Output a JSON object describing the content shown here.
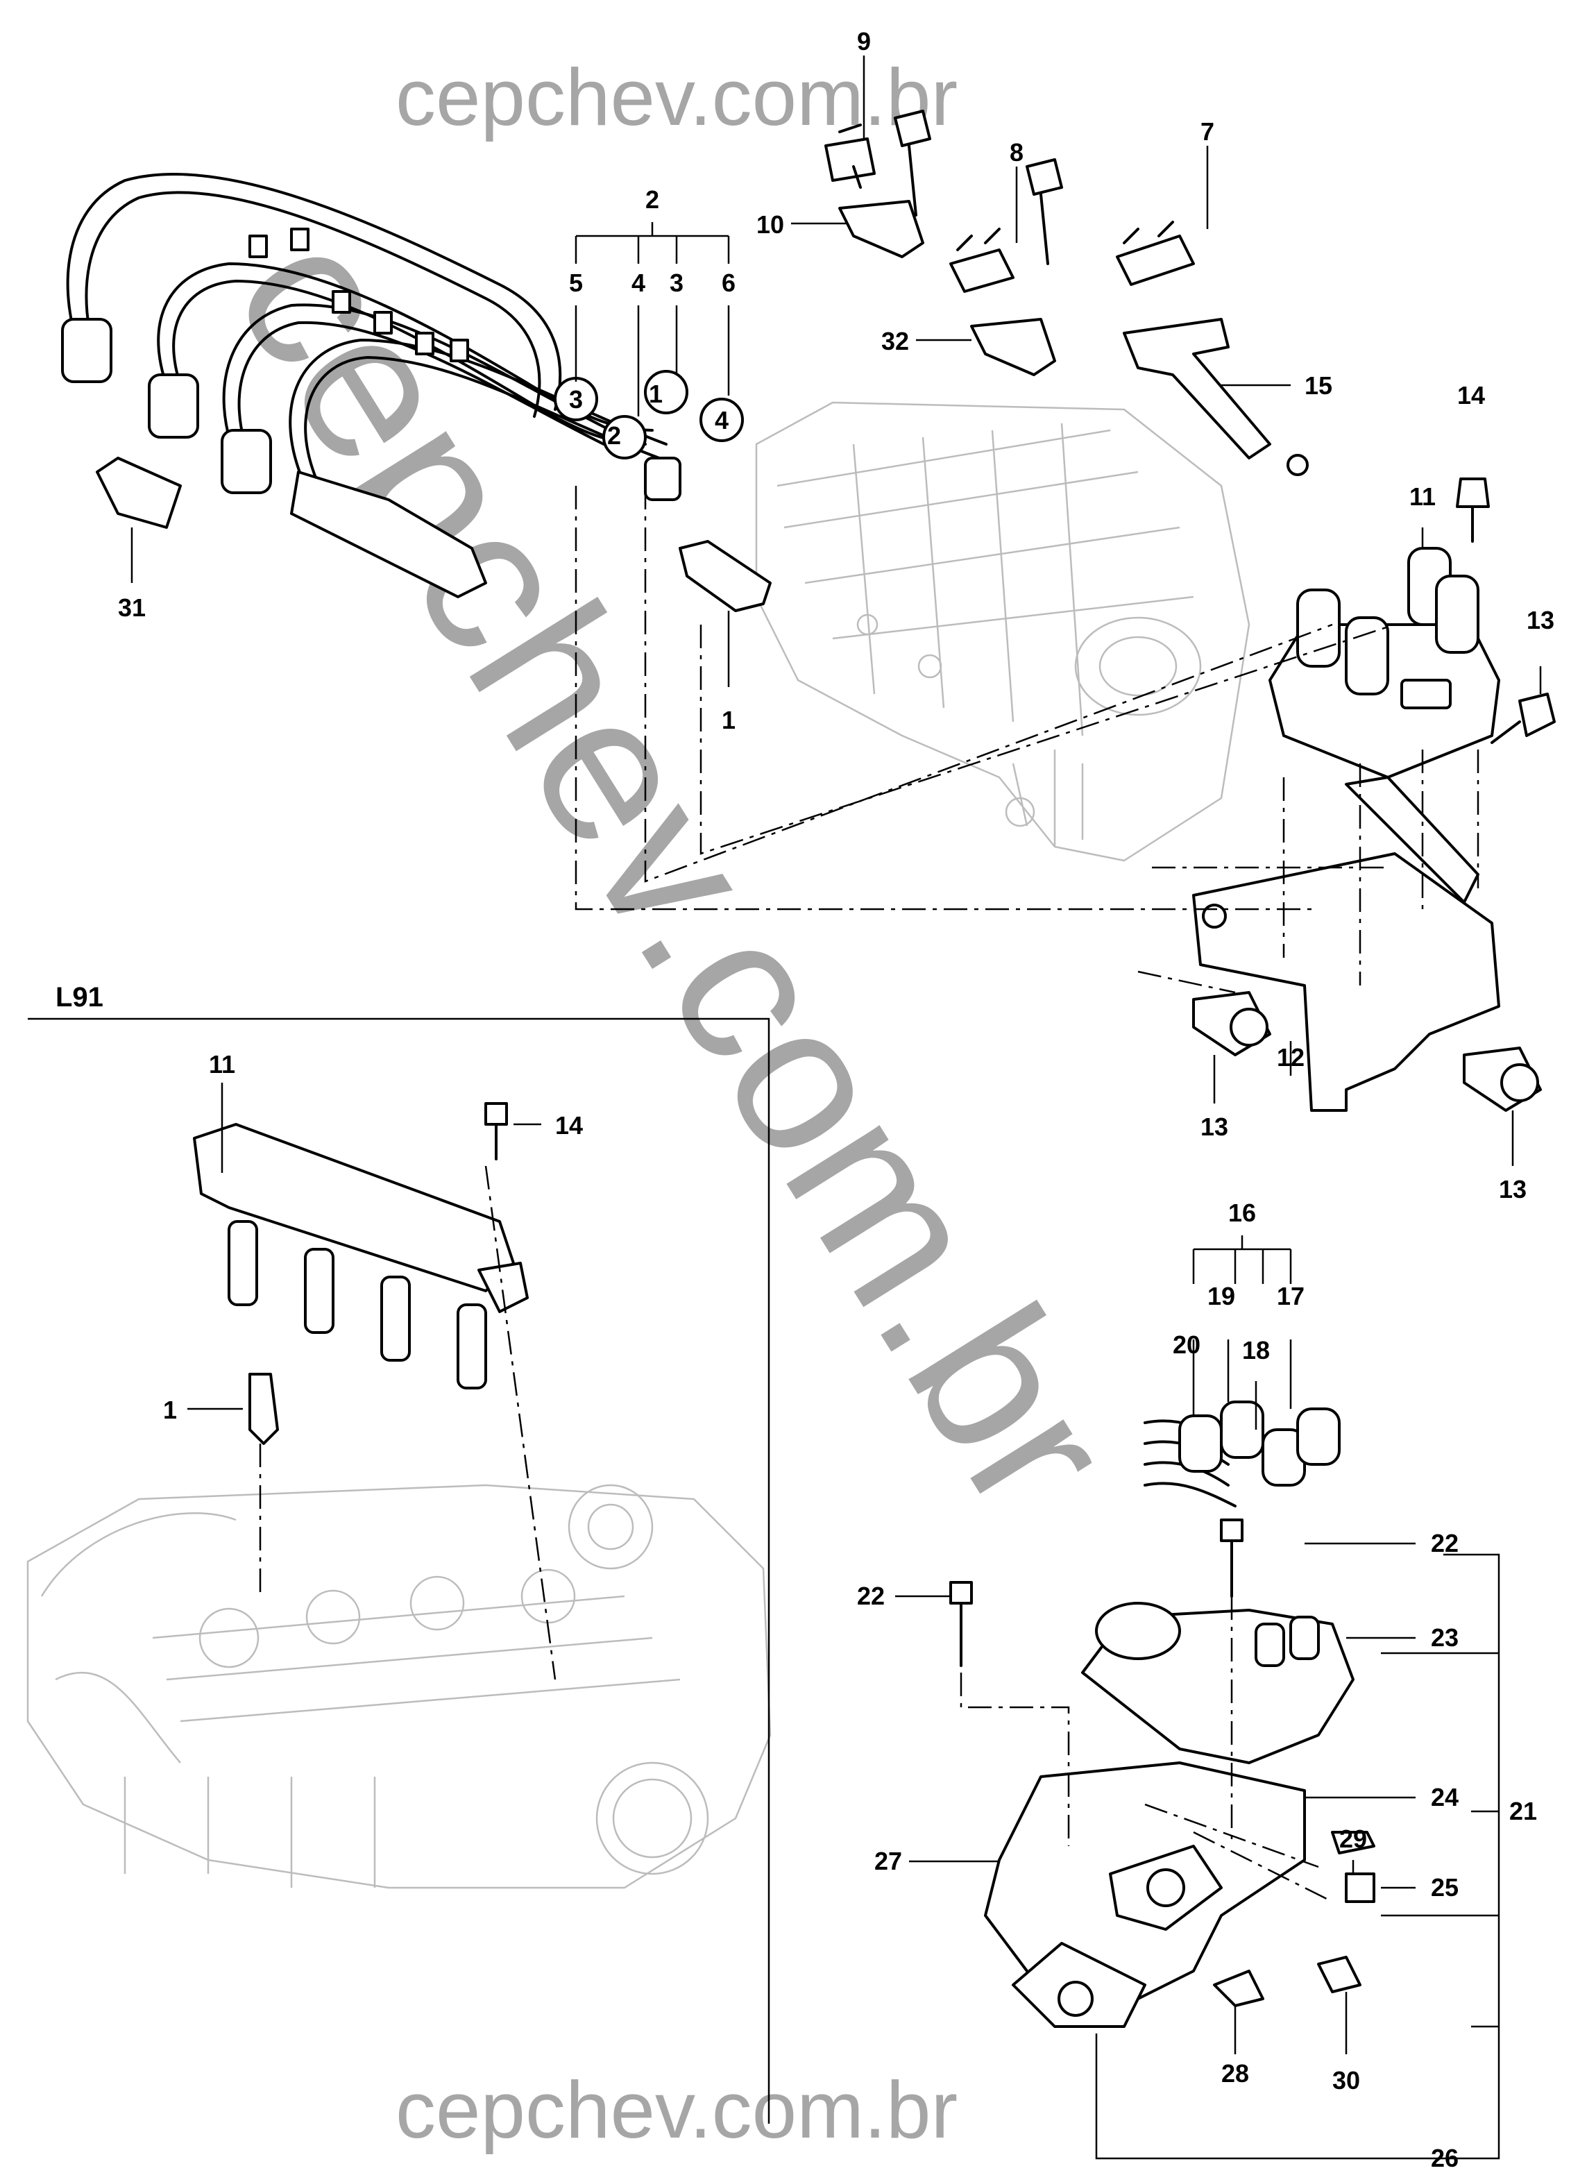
{
  "watermark": {
    "text_top": "cepchev.com.br",
    "text_bottom": "cepchev.com.br",
    "text_diagonal": "cepchev.com.br"
  },
  "section_label": "L91",
  "callouts": [
    {
      "id": "c9",
      "number": "9"
    },
    {
      "id": "c8",
      "number": "8"
    },
    {
      "id": "c7",
      "number": "7"
    },
    {
      "id": "c2",
      "number": "2"
    },
    {
      "id": "c10",
      "number": "10"
    },
    {
      "id": "c5",
      "number": "5"
    },
    {
      "id": "c4",
      "number": "4"
    },
    {
      "id": "c3",
      "number": "3"
    },
    {
      "id": "c6",
      "number": "6"
    },
    {
      "id": "c32",
      "number": "32"
    },
    {
      "id": "c15",
      "number": "15"
    },
    {
      "id": "c14a",
      "number": "14"
    },
    {
      "id": "c11a",
      "number": "11"
    },
    {
      "id": "c13a",
      "number": "13"
    },
    {
      "id": "c31",
      "number": "31"
    },
    {
      "id": "c1a",
      "number": "1"
    },
    {
      "id": "c13b",
      "number": "13"
    },
    {
      "id": "c12",
      "number": "12"
    },
    {
      "id": "c13c",
      "number": "13"
    },
    {
      "id": "c11b",
      "number": "11"
    },
    {
      "id": "c14b",
      "number": "14"
    },
    {
      "id": "c1b",
      "number": "1"
    },
    {
      "id": "c16",
      "number": "16"
    },
    {
      "id": "c19",
      "number": "19"
    },
    {
      "id": "c17",
      "number": "17"
    },
    {
      "id": "c20",
      "number": "20"
    },
    {
      "id": "c18",
      "number": "18"
    },
    {
      "id": "c22a",
      "number": "22"
    },
    {
      "id": "c22b",
      "number": "22"
    },
    {
      "id": "c23",
      "number": "23"
    },
    {
      "id": "c24",
      "number": "24"
    },
    {
      "id": "c21",
      "number": "21"
    },
    {
      "id": "c27",
      "number": "27"
    },
    {
      "id": "c29",
      "number": "29"
    },
    {
      "id": "c25",
      "number": "25"
    },
    {
      "id": "c28",
      "number": "28"
    },
    {
      "id": "c30",
      "number": "30"
    },
    {
      "id": "c26",
      "number": "26"
    }
  ],
  "cylinder_markers": [
    "1",
    "2",
    "3",
    "4"
  ]
}
